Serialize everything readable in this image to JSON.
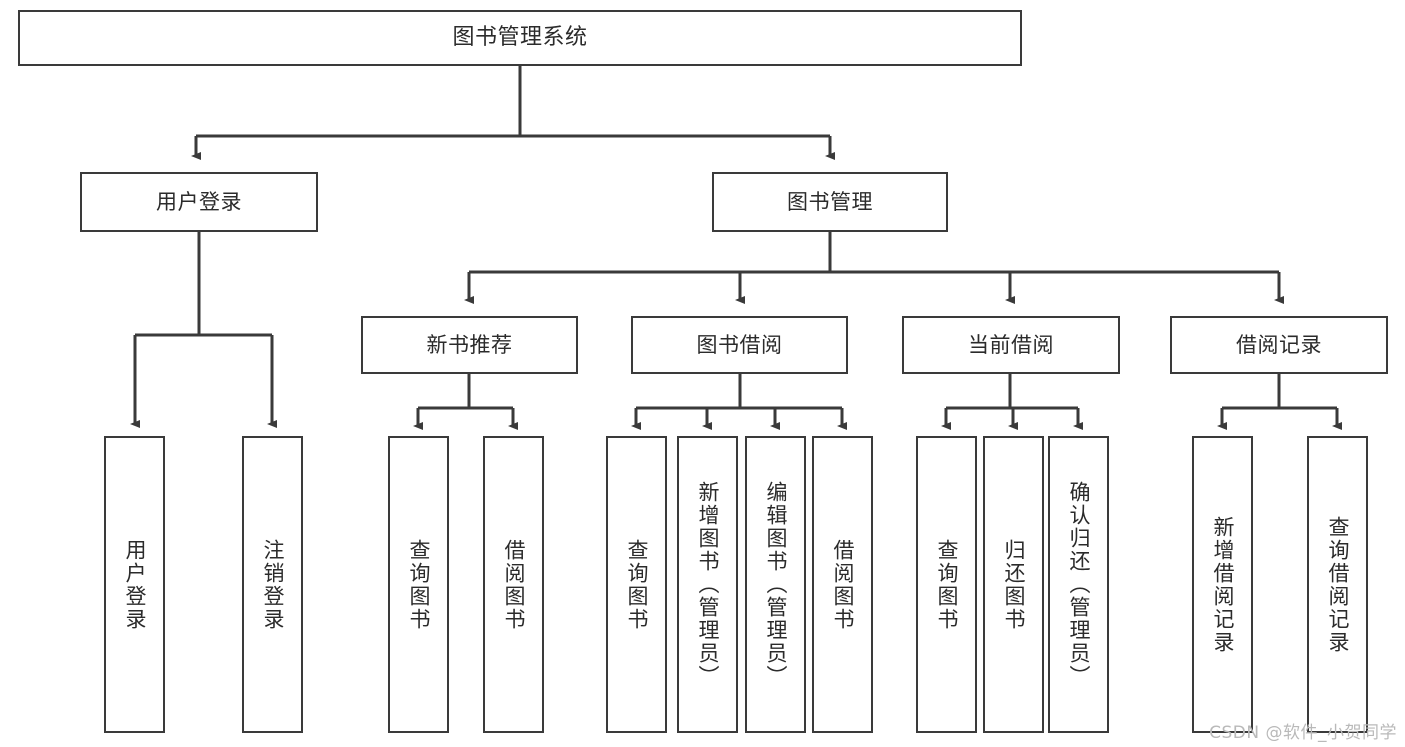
{
  "diagram": {
    "title": "图书管理系统",
    "type": "tree-hierarchy",
    "watermark": "CSDN @软件_小贺同学",
    "colors": {
      "stroke": "#3a3a3a",
      "fill": "#ffffff",
      "text": "#2b2b2b",
      "watermark": "#b9b9b9"
    },
    "nodes": {
      "root": {
        "label": "图书管理系统"
      },
      "level2": [
        {
          "id": "user-login",
          "label": "用户登录"
        },
        {
          "id": "book-manage",
          "label": "图书管理"
        }
      ],
      "level3": [
        {
          "id": "new-book-rec",
          "label": "新书推荐"
        },
        {
          "id": "book-borrow",
          "label": "图书借阅"
        },
        {
          "id": "current-borrow",
          "label": "当前借阅"
        },
        {
          "id": "borrow-record",
          "label": "借阅记录"
        }
      ],
      "leaves": {
        "user_login": [
          {
            "id": "leaf-user-login",
            "label": "用户登录"
          },
          {
            "id": "leaf-logout-login",
            "label": "注销登录"
          }
        ],
        "new_book_rec": [
          {
            "id": "leaf-query-book-1",
            "label": "查询图书"
          },
          {
            "id": "leaf-borrow-book-1",
            "label": "借阅图书"
          }
        ],
        "book_borrow": [
          {
            "id": "leaf-query-book-2",
            "label": "查询图书"
          },
          {
            "id": "leaf-add-book",
            "label": "新增图书（管理员）"
          },
          {
            "id": "leaf-edit-book",
            "label": "编辑图书（管理员）"
          },
          {
            "id": "leaf-borrow-book-2",
            "label": "借阅图书"
          }
        ],
        "current_borrow": [
          {
            "id": "leaf-query-book-3",
            "label": "查询图书"
          },
          {
            "id": "leaf-return-book",
            "label": "归还图书"
          },
          {
            "id": "leaf-confirm-return",
            "label": "确认归还（管理员）"
          }
        ],
        "borrow_record": [
          {
            "id": "leaf-add-record",
            "label": "新增借阅记录"
          },
          {
            "id": "leaf-query-record",
            "label": "查询借阅记录"
          }
        ]
      }
    }
  }
}
